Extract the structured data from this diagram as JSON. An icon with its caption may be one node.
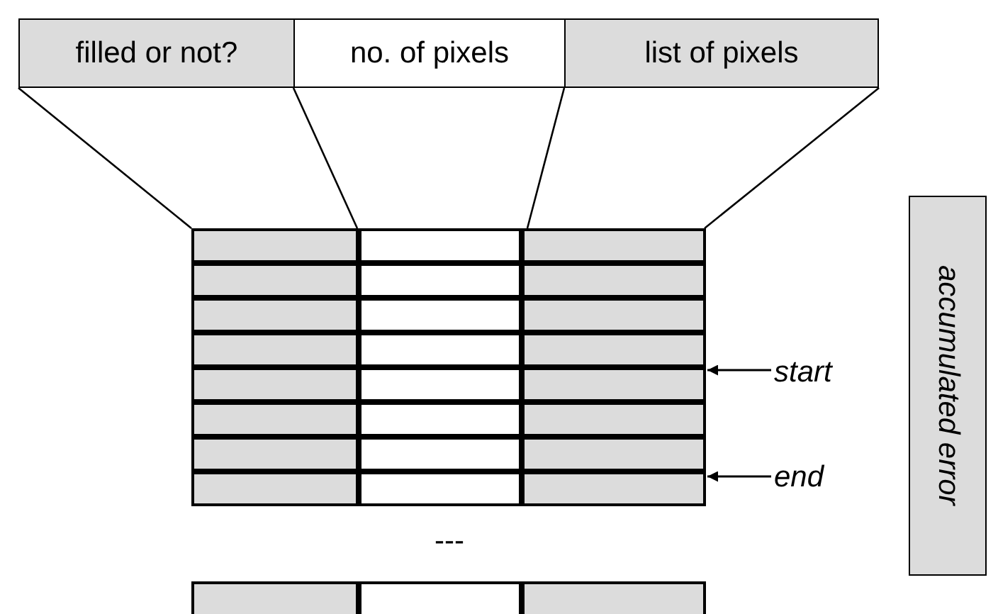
{
  "diagram": {
    "nodes": [
      {
        "text": [
          "filled or not?"
        ]
      },
      {
        "text": [
          "no. of pixels"
        ]
      },
      {
        "text": [
          "list of pixels"
        ]
      },
      {
        "text": [],
        "shape": "box"
      },
      {
        "text": [
          "start"
        ]
      },
      {
        "text": [
          "end"
        ]
      },
      {
        "text": [
          "accumulated error"
        ]
      }
    ],
    "edges": [
      {
        "from": 4,
        "to": 3,
        "arrow": "to"
      },
      {
        "from": 5,
        "to": 3,
        "arrow": "to"
      }
    ],
    "labels": [
      "---"
    ]
  }
}
